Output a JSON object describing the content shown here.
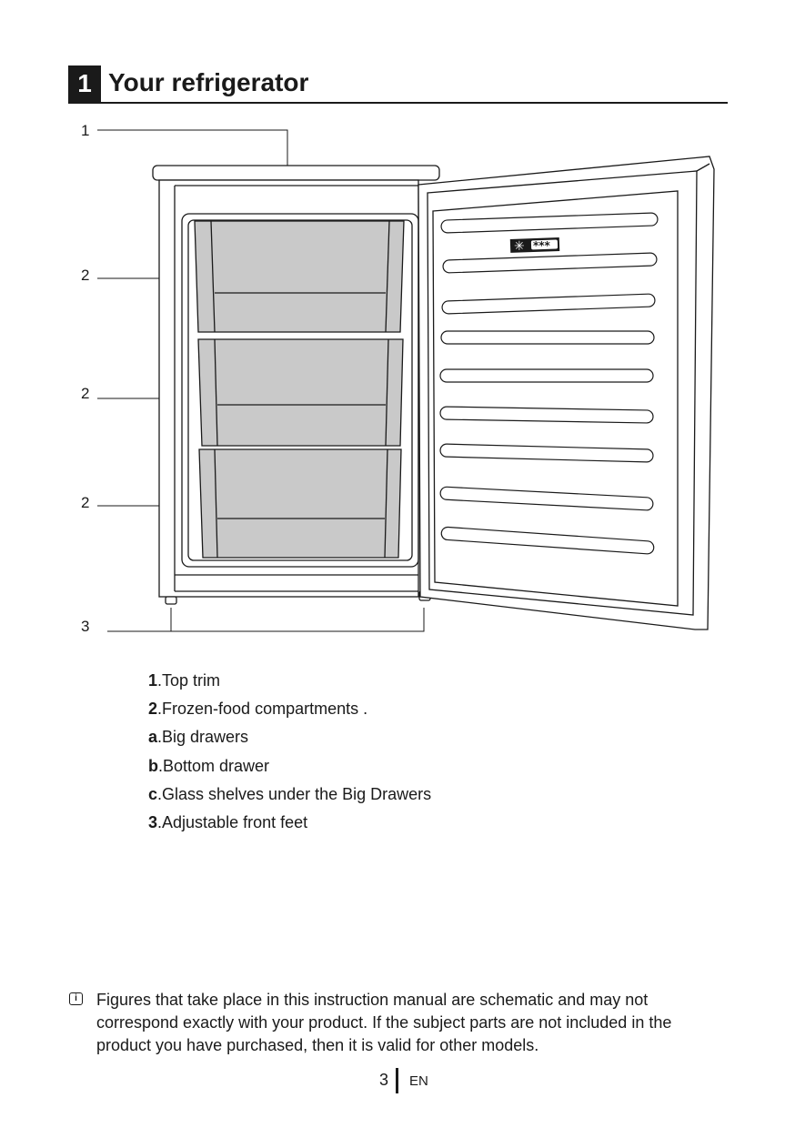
{
  "header": {
    "section_number": "1",
    "title": "Your refrigerator"
  },
  "figure": {
    "callouts": [
      "1",
      "2",
      "2",
      "2",
      "3"
    ],
    "badge": {
      "symbol": "✳",
      "stars": "***"
    }
  },
  "legend": [
    {
      "key": "1",
      "text": ".Top trim"
    },
    {
      "key": "2",
      "text": ".Frozen-food compartments ."
    },
    {
      "key": "a",
      "text": ".Big drawers"
    },
    {
      "key": "b",
      "text": ".Bottom drawer"
    },
    {
      "key": "c",
      "text": ".Glass shelves under the Big Drawers"
    },
    {
      "key": "3",
      "text": ".Adjustable front feet"
    }
  ],
  "note": {
    "icon": "info-icon",
    "text": "Figures that take place in this instruction manual are schematic and may not correspond exactly with your product. If the subject parts are not included in the product you have purchased, then it is valid for other models."
  },
  "footer": {
    "page": "3",
    "lang": "EN"
  }
}
